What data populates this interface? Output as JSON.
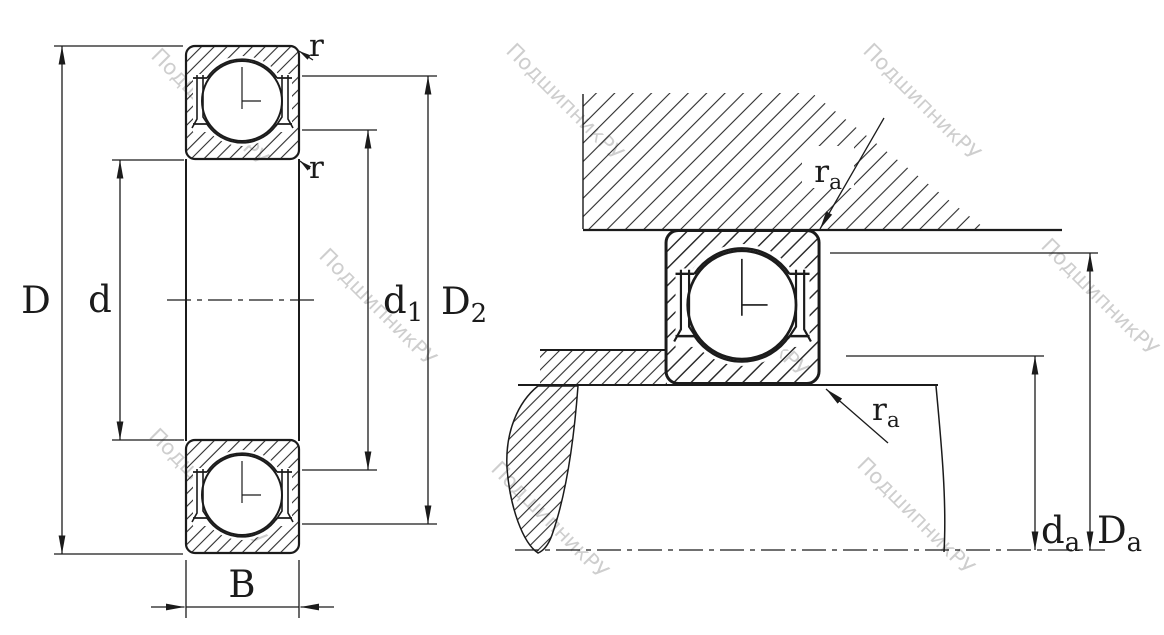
{
  "watermark": "ПодшипникРУ",
  "labels": {
    "D": "D",
    "d": "d",
    "d1_main": "d",
    "d1_sub": "1",
    "D2_main": "D",
    "D2_sub": "2",
    "B": "B",
    "r_top": "r",
    "r_bottom": "r",
    "ra_main": "r",
    "ra_sub": "a",
    "da_main": "d",
    "da_sub": "a",
    "Da_main": "D",
    "Da_sub": "a"
  },
  "colors": {
    "line": "#1b1b1b",
    "watermark": "#c6c6c6",
    "background": "#ffffff"
  }
}
